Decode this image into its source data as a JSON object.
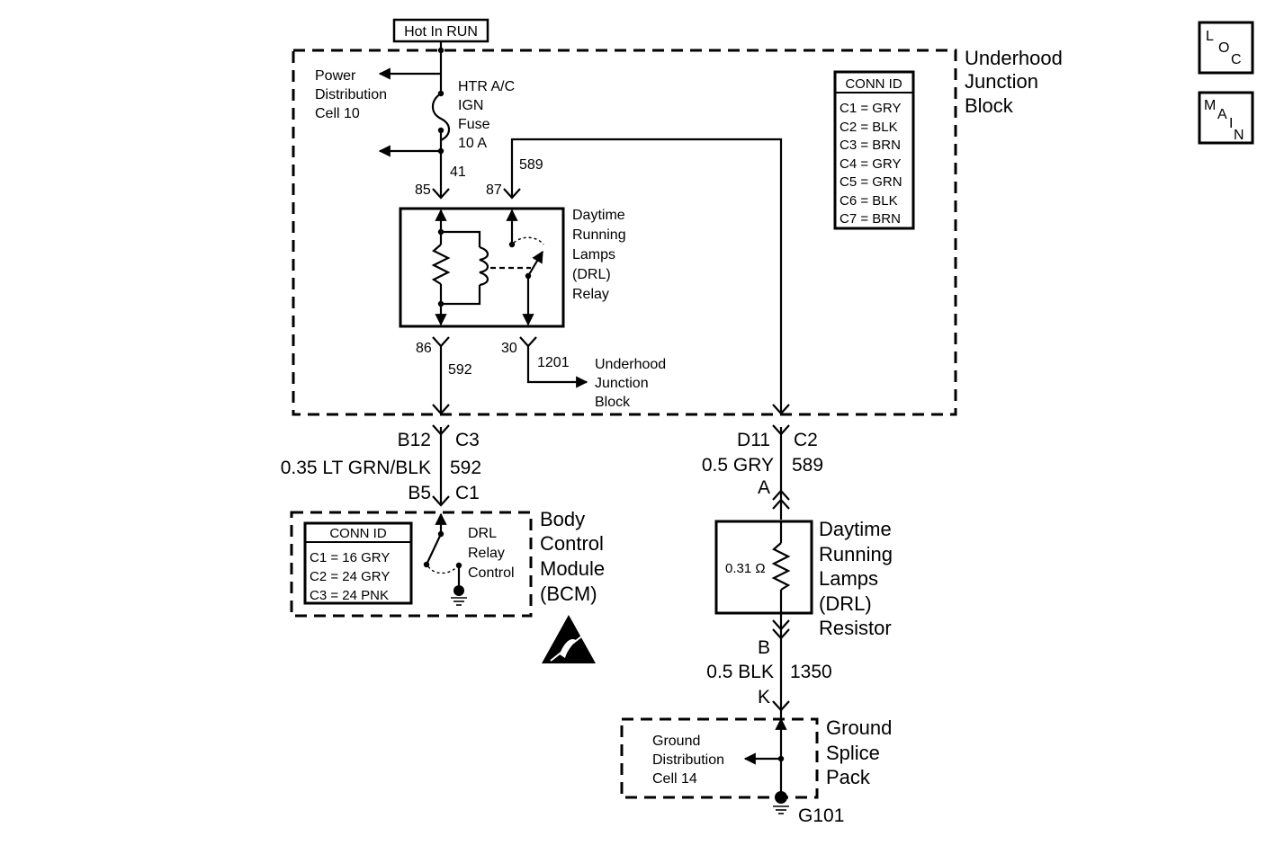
{
  "source_label": "Hot In RUN",
  "uhjb": {
    "title_lines": [
      "Underhood",
      "Junction",
      "Block"
    ],
    "conn_id": {
      "title": "CONN ID",
      "rows": [
        "C1 = GRY",
        "C2 = BLK",
        "C3 = BRN",
        "C4 = GRY",
        "C5 = GRN",
        "C6 = BLK",
        "C7 = BRN"
      ]
    },
    "power_dist_lines": [
      "Power",
      "Distribution",
      "Cell 10"
    ],
    "fuse_lines": [
      "HTR A/C",
      "IGN",
      "Fuse",
      "10 A"
    ],
    "circuits": {
      "c41": "41",
      "c589": "589",
      "c592": "592",
      "c1201": "1201"
    },
    "pins": {
      "p85": "85",
      "p87": "87",
      "p86": "86",
      "p30": "30"
    },
    "relay_lines": [
      "Daytime",
      "Running",
      "Lamps",
      "(DRL)",
      "Relay"
    ],
    "dest_lines": [
      "Underhood",
      "Junction",
      "Block"
    ]
  },
  "left_wire": {
    "pin_left": "B12",
    "conn_right": "C3",
    "wire": "0.35 LT GRN/BLK",
    "circuit": "592",
    "pin_left2": "B5",
    "conn_right2": "C1"
  },
  "right_wire": {
    "pin_left": "D11",
    "conn_right": "C2",
    "wire": "0.5 GRY",
    "circuit": "589",
    "pin": "A"
  },
  "bcm": {
    "conn_id": {
      "title": "CONN ID",
      "rows": [
        "C1 = 16 GRY",
        "C2 = 24 GRY",
        "C3 = 24 PNK"
      ]
    },
    "control_lines": [
      "DRL",
      "Relay",
      "Control"
    ],
    "title_lines": [
      "Body",
      "Control",
      "Module",
      "(BCM)"
    ]
  },
  "resistor": {
    "value": "0.31 Ω",
    "title_lines": [
      "Daytime",
      "Running",
      "Lamps",
      "(DRL)",
      "Resistor"
    ]
  },
  "ground_wire": {
    "pin": "B",
    "wire": "0.5 BLK",
    "circuit": "1350",
    "pin2": "K"
  },
  "gsp": {
    "title_lines": [
      "Ground",
      "Splice",
      "Pack"
    ],
    "dist_lines": [
      "Ground",
      "Distribution",
      "Cell 14"
    ],
    "ground_id": "G101"
  },
  "nav": {
    "loc": [
      "L",
      "O",
      "C"
    ],
    "main": [
      "M",
      "A",
      "I",
      "N"
    ]
  }
}
